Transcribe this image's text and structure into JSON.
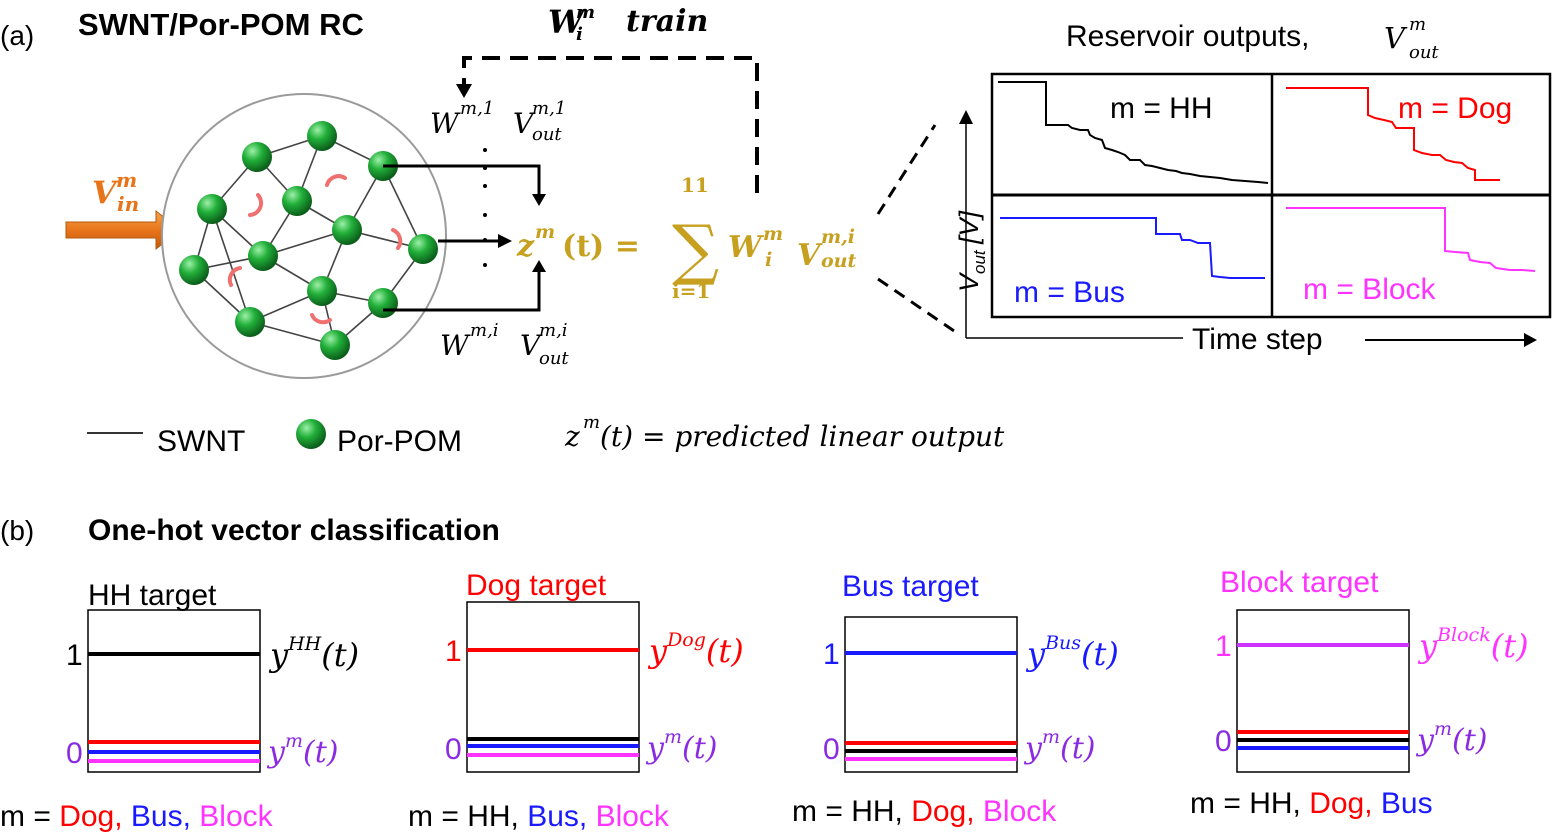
{
  "panel_a": {
    "label": "(a)",
    "title": "SWNT/Por-POM RC",
    "train_label": {
      "var": "W",
      "sup": "m",
      "sub": "i",
      "text": "train"
    },
    "input_label": {
      "var": "V",
      "sup": "m",
      "sub": "in"
    },
    "weight_top": {
      "w": "W",
      "w_sup": "m,1",
      "v": "V",
      "v_sup": "m,1",
      "v_sub": "out"
    },
    "weight_bottom": {
      "w": "W",
      "w_sup": "m,i",
      "v": "V",
      "v_sup": "m,i",
      "v_sub": "out"
    },
    "equation": {
      "lhs": "z",
      "lhs_sup": "m",
      "lhs_arg": "(t) =",
      "sum_top": "11",
      "sum_bottom": "i=1",
      "w": "W",
      "w_sup": "m",
      "w_sub": "i",
      "v": "V",
      "v_sup": "m,i",
      "v_sub": "out"
    },
    "legend": {
      "line_label": "SWNT",
      "dot_label": "Por-POM",
      "z_def": "z",
      "z_def_sup": "m",
      "z_def_rest": "(t) = predicted linear output"
    },
    "reservoir": {
      "title": "Reservoir outputs,",
      "title_var": "V",
      "title_sup": "m",
      "title_sub": "out",
      "ylabel_main": "V",
      "ylabel_sub": "out",
      "ylabel_unit": "[V]",
      "xlabel": "Time step",
      "plots": [
        {
          "label": "m = HH",
          "color": "#000000"
        },
        {
          "label": "m = Dog",
          "color": "#ff0000"
        },
        {
          "label": "m = Bus",
          "color": "#1a1aff"
        },
        {
          "label": "m = Block",
          "color": "#ff33ff"
        }
      ]
    }
  },
  "panel_b": {
    "label": "(b)",
    "title": "One-hot vector classification",
    "colors": {
      "HH": "#000000",
      "Dog": "#ff0000",
      "Bus": "#1a1aff",
      "Block": "#ff33ff",
      "zero_label": "#8a2be2"
    },
    "targets": [
      {
        "title": "HH target",
        "title_color": "#000000",
        "target_sup": "HH",
        "line_color": "#000000",
        "low_lines": [
          "#ff0000",
          "#1a1aff",
          "#ff33ff"
        ],
        "m_prefix": "m =",
        "m_items": [
          {
            "t": "Dog,",
            "c": "#ff0000"
          },
          {
            "t": "Bus,",
            "c": "#1a1aff"
          },
          {
            "t": "Block",
            "c": "#ff33ff"
          }
        ]
      },
      {
        "title": "Dog target",
        "title_color": "#ff0000",
        "target_sup": "Dog",
        "line_color": "#ff0000",
        "low_lines": [
          "#000000",
          "#1a1aff",
          "#ff33ff"
        ],
        "m_prefix": "m =",
        "m_items": [
          {
            "t": "HH,",
            "c": "#000000"
          },
          {
            "t": "Bus,",
            "c": "#1a1aff"
          },
          {
            "t": "Block",
            "c": "#ff33ff"
          }
        ]
      },
      {
        "title": "Bus target",
        "title_color": "#1a1aff",
        "target_sup": "Bus",
        "line_color": "#1a1aff",
        "low_lines": [
          "#ff0000",
          "#000000",
          "#ff33ff"
        ],
        "m_prefix": "m =",
        "m_items": [
          {
            "t": "HH,",
            "c": "#000000"
          },
          {
            "t": "Dog,",
            "c": "#ff0000"
          },
          {
            "t": "Block",
            "c": "#ff33ff"
          }
        ]
      },
      {
        "title": "Block target",
        "title_color": "#ff33ff",
        "target_sup": "Block",
        "line_color": "#cc33ff",
        "low_lines": [
          "#ff0000",
          "#000000",
          "#1a1aff"
        ],
        "m_prefix": "m =",
        "m_items": [
          {
            "t": "HH,",
            "c": "#000000"
          },
          {
            "t": "Dog,",
            "c": "#ff0000"
          },
          {
            "t": "Bus",
            "c": "#1a1aff"
          }
        ]
      }
    ],
    "one_label": "1",
    "zero_label": "0",
    "y_var": "y",
    "y_arg": "(t)",
    "ym_sup": "m"
  }
}
